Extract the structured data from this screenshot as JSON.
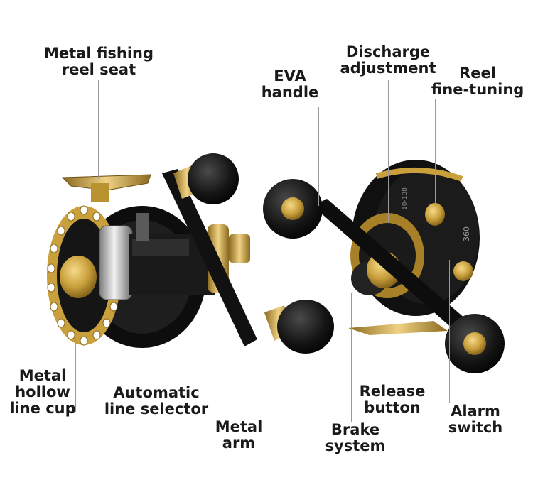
{
  "colors": {
    "background": "#ffffff",
    "gold": "#c9a03c",
    "black": "#111111",
    "silver": "#c8c8c8",
    "label_text": "#1a1a1a",
    "leader_line": "#9a9a9a"
  },
  "product_markings": {
    "dial_top": "10-188",
    "dial_side": "360"
  },
  "callouts": [
    {
      "id": "reel-seat",
      "lines": [
        "Metal fishing",
        "reel seat"
      ]
    },
    {
      "id": "eva-handle",
      "lines": [
        "EVA",
        "handle"
      ]
    },
    {
      "id": "discharge",
      "lines": [
        "Discharge",
        "adjustment"
      ]
    },
    {
      "id": "fine-tuning",
      "lines": [
        "Reel",
        "fine-tuning"
      ]
    },
    {
      "id": "line-cup",
      "lines": [
        "Metal",
        "hollow",
        "line cup"
      ]
    },
    {
      "id": "line-selector",
      "lines": [
        "Automatic",
        "line selector"
      ]
    },
    {
      "id": "metal-arm",
      "lines": [
        "Metal",
        "arm"
      ]
    },
    {
      "id": "release-button",
      "lines": [
        "Release",
        "button"
      ]
    },
    {
      "id": "brake-system",
      "lines": [
        "Brake",
        "system"
      ]
    },
    {
      "id": "alarm-switch",
      "lines": [
        "Alarm",
        "switch"
      ]
    }
  ]
}
